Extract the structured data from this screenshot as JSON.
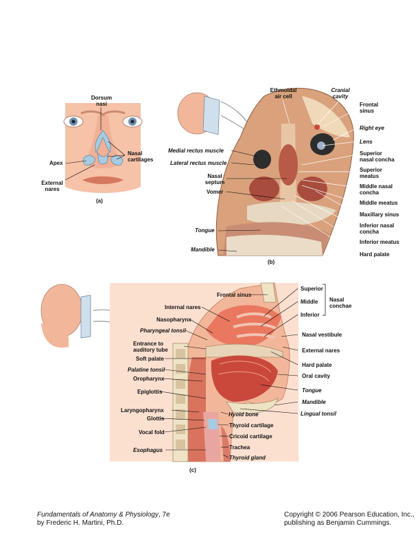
{
  "panel_a": {
    "letter": "(a)",
    "labels": {
      "dorsum": [
        "Dorsum",
        "nasi"
      ],
      "nasal_cartilages": [
        "Nasal",
        "cartilages"
      ],
      "apex": "Apex",
      "external_nares": [
        "External",
        "nares"
      ]
    }
  },
  "panel_b": {
    "letter": "(b)",
    "labels": {
      "ethmoidal": [
        "Ethmoidal",
        "air cell"
      ],
      "cranial_cavity": [
        "Cranial",
        "cavity"
      ],
      "frontal_sinus": [
        "Frontal",
        "sinus"
      ],
      "right_eye": "Right eye",
      "lens": "Lens",
      "superior_concha": [
        "Superior",
        "nasal concha"
      ],
      "superior_meatus": [
        "Superior",
        "meatus"
      ],
      "middle_concha": [
        "Middle nasal",
        "concha"
      ],
      "middle_meatus": "Middle meatus",
      "maxillary_sinus": "Maxillary sinus",
      "inferior_concha": [
        "Inferior nasal",
        "concha"
      ],
      "inferior_meatus": "Inferior meatus",
      "hard_palate": "Hard palate",
      "medial_rectus": "Medial rectus muscle",
      "lateral_rectus": "Lateral rectus muscle",
      "nasal_septum": [
        "Nasal",
        "septum"
      ],
      "vomer": "Vomer",
      "tongue": "Tongue",
      "mandible": "Mandible"
    }
  },
  "panel_c": {
    "letter": "(c)",
    "labels": {
      "frontal_sinus": "Frontal sinus",
      "superior": "Superior",
      "middle": "Middle",
      "inferior": "Inferior",
      "nasal_conchae": [
        "Nasal",
        "conchae"
      ],
      "internal_nares": "Internal nares",
      "nasopharynx": "Nasopharynx",
      "pharyngeal_tonsil": "Pharyngeal tonsil",
      "nasal_vestibule": "Nasal vestibule",
      "entrance": [
        "Entrance to",
        "auditory tube"
      ],
      "external_nares": "External nares",
      "soft_palate": "Soft palate",
      "hard_palate": "Hard palate",
      "palatine_tonsil": "Palatine tonsil",
      "oral_cavity": "Oral cavity",
      "oropharynx": "Oropharynx",
      "tongue": "Tongue",
      "epiglottis": "Epiglottis",
      "mandible": "Mandible",
      "lingual_tonsil": "Lingual tonsil",
      "laryngopharynx": "Laryngopharynx",
      "hyoid_bone": "Hyoid bone",
      "glottis": "Glottis",
      "thyroid_cartilage": "Thyroid cartilage",
      "vocal_fold": "Vocal fold",
      "cricoid_cartilage": "Cricoid cartilage",
      "esophagus": "Esophagus",
      "trachea": "Trachea",
      "thyroid_gland": "Thyroid gland"
    }
  },
  "footer": {
    "left_line1_title": "Fundamentals of Anatomy & Physiology",
    "left_line1_edition": ", 7e",
    "left_line2": "by Frederic H. Martini, Ph.D.",
    "right_line1": "Copyright © 2006 Pearson Education, Inc.,",
    "right_line2": "publishing as Benjamin Cummings."
  },
  "colors": {
    "skin": "#f2b79a",
    "cartilage": "#a9cbe0",
    "tissue_red": "#c9483b",
    "specimen": "#d9a27c",
    "bone": "#efe3c6",
    "bg_pink": "#fbe0d0"
  }
}
